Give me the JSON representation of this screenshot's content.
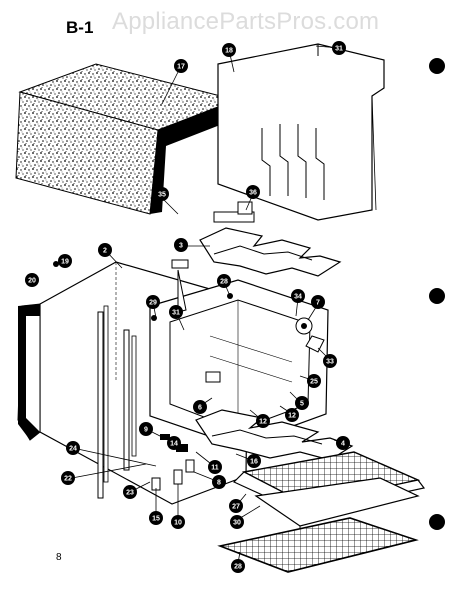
{
  "header": {
    "page_code": "B-1",
    "watermark": "AppliancePartsPros.com"
  },
  "footer": {
    "page_number": "8"
  },
  "callouts": [
    {
      "id": "17",
      "label": "17"
    },
    {
      "id": "18",
      "label": "18"
    },
    {
      "id": "31-top",
      "label": "31"
    },
    {
      "id": "35",
      "label": "35"
    },
    {
      "id": "36",
      "label": "36"
    },
    {
      "id": "3",
      "label": "3"
    },
    {
      "id": "2",
      "label": "2"
    },
    {
      "id": "19",
      "label": "19"
    },
    {
      "id": "20",
      "label": "20"
    },
    {
      "id": "28-upper",
      "label": "28"
    },
    {
      "id": "29",
      "label": "29"
    },
    {
      "id": "31-mid",
      "label": "31"
    },
    {
      "id": "34",
      "label": "34"
    },
    {
      "id": "7",
      "label": "7"
    },
    {
      "id": "33",
      "label": "33"
    },
    {
      "id": "25",
      "label": "25"
    },
    {
      "id": "5",
      "label": "5"
    },
    {
      "id": "12-a",
      "label": "12"
    },
    {
      "id": "12-b",
      "label": "12"
    },
    {
      "id": "6",
      "label": "6"
    },
    {
      "id": "4",
      "label": "4"
    },
    {
      "id": "9",
      "label": "9"
    },
    {
      "id": "14",
      "label": "14"
    },
    {
      "id": "11",
      "label": "11"
    },
    {
      "id": "16",
      "label": "16"
    },
    {
      "id": "24",
      "label": "24"
    },
    {
      "id": "22",
      "label": "22"
    },
    {
      "id": "23",
      "label": "23"
    },
    {
      "id": "8",
      "label": "8"
    },
    {
      "id": "15",
      "label": "15"
    },
    {
      "id": "10",
      "label": "10"
    },
    {
      "id": "27",
      "label": "27"
    },
    {
      "id": "30",
      "label": "30"
    },
    {
      "id": "28-lower",
      "label": "28"
    }
  ]
}
